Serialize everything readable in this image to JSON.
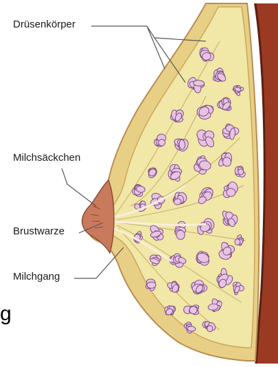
{
  "labels": {
    "druesenkoerper": "Drüsenkörper",
    "milchsaeckchen": "Milchsäckchen",
    "brustwarze": "Brustwarze",
    "milchgang": "Milchgang",
    "edge_fragment": "g"
  },
  "colors": {
    "skin": "#e8cf86",
    "fat": "#f1e7a6",
    "lobule_fill": "#e9c4e2",
    "lobule_edge": "#7a4f86",
    "muscle": "#9a3a22",
    "chest_wall": "#6a2a1a",
    "nipple": "#c97a5c",
    "leader_line": "#555555"
  }
}
